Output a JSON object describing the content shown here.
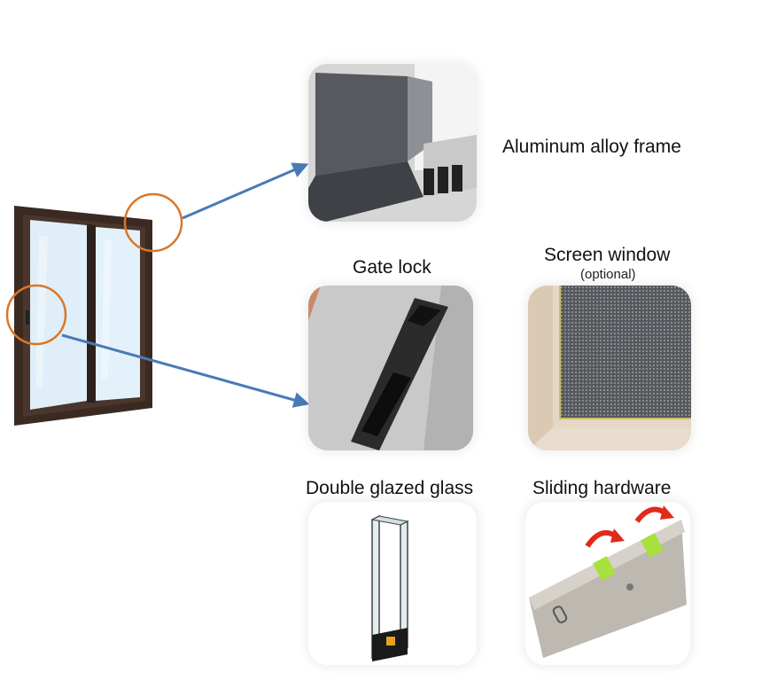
{
  "features": {
    "frame": {
      "label": "Aluminum alloy frame",
      "icon": "aluminum-profile-icon"
    },
    "lock": {
      "label": "Gate lock",
      "icon": "sliding-lock-icon"
    },
    "screen": {
      "label": "Screen window",
      "note": "(optional)",
      "icon": "mesh-screen-icon"
    },
    "glass": {
      "label": "Double glazed glass",
      "icon": "double-glass-icon"
    },
    "hardware": {
      "label": "Sliding hardware",
      "icon": "roller-hardware-icon"
    }
  },
  "colors": {
    "callout_circle": "#d9772a",
    "arrow": "#4a7ab5",
    "window_frame": "#3a2a22",
    "glass": "#dfeef8",
    "hardware_arrow": "#e02a1a",
    "roller": "#a8e040"
  }
}
